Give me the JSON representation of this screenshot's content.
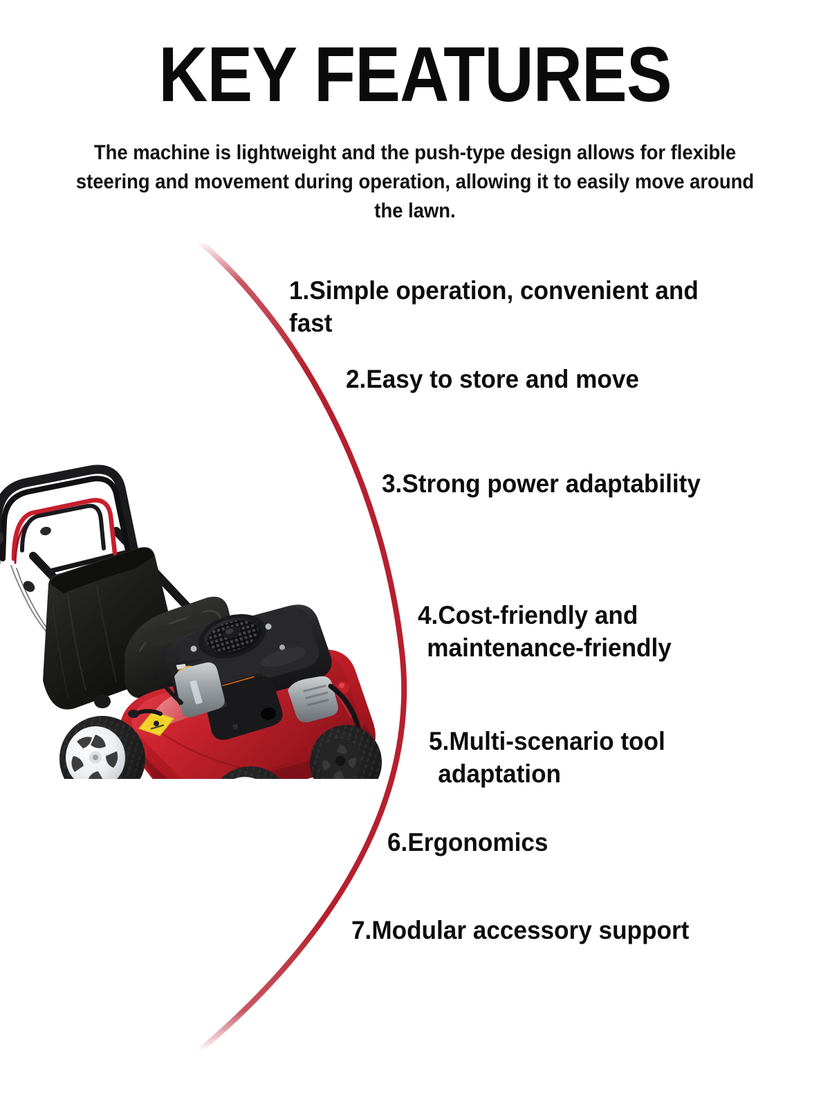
{
  "header": {
    "title": "KEY FEATURES",
    "subtitle": "The machine is lightweight and the push-type design allows for flexible steering and movement during operation, allowing it to easily move around the lawn."
  },
  "features": [
    {
      "index": "1.",
      "text": "1.Simple operation, convenient and fast"
    },
    {
      "index": "2.",
      "text": "2.Easy to store and move"
    },
    {
      "index": "3.",
      "text": "3.Strong power adaptability"
    },
    {
      "index": "4.",
      "line1": "4.Cost-friendly and",
      "line2": "maintenance-friendly"
    },
    {
      "index": "5.",
      "line1": "5.Multi-scenario tool",
      "line2": "adaptation"
    },
    {
      "index": "6.",
      "text": "6.Ergonomics"
    },
    {
      "index": "7.",
      "text": "7.Modular accessory support"
    }
  ],
  "product": {
    "name": "push lawn mower",
    "parts": {
      "handle": "black tubular push handle with red safety bail lever",
      "grass_bag": "black fabric grass collection bag with rigid plastic top",
      "engine": "black vertical-shaft petrol engine with round mesh air intake",
      "oil_cap": "yellow oil fill cap",
      "deck": "glossy red steel cutting deck",
      "wheels": "black treaded tires with white hubcaps",
      "warning_label": "yellow diamond safety warning sticker"
    }
  },
  "colors": {
    "accent_red": "#B5202E",
    "deck_red": "#C2202B",
    "deck_red_dark": "#7E1119",
    "body_black": "#1c1c1c",
    "text_black": "#0d0d0d",
    "wheel_white": "#f2f2f2",
    "warning_yellow": "#F2D42E",
    "background": "#ffffff"
  }
}
